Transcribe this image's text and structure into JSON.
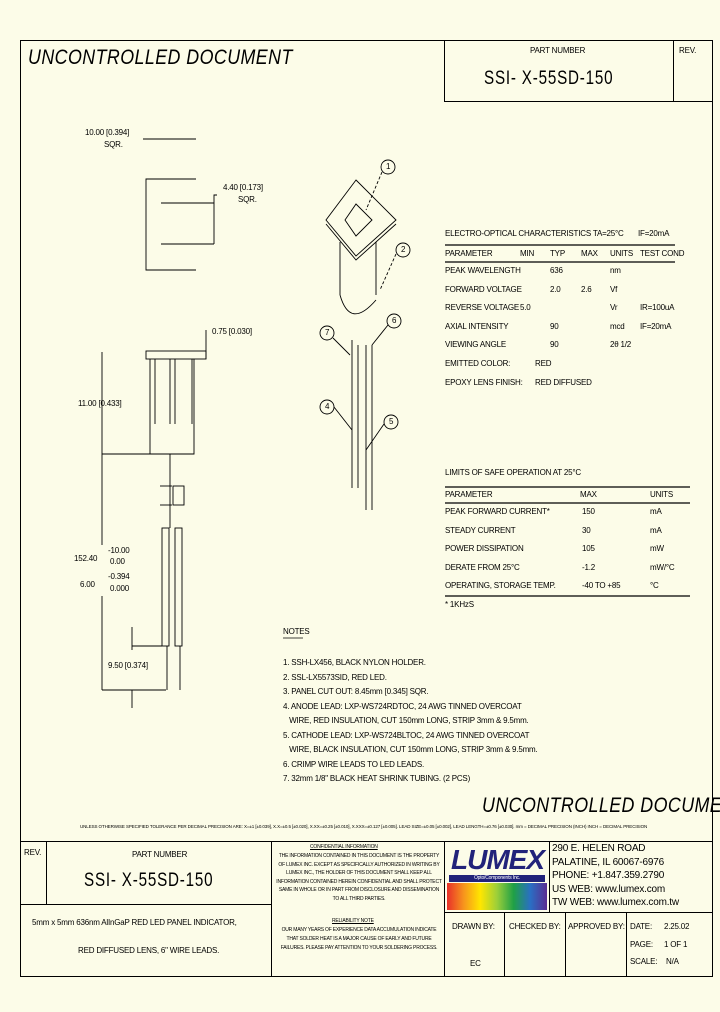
{
  "header": {
    "watermark": "UNCONTROLLED DOCUMENT",
    "part_number_label": "PART NUMBER",
    "part_number": "SSI- X-55SD-150",
    "rev_label": "REV."
  },
  "drawing": {
    "dim_top": "10.00 [0.394]",
    "dim_top_sub": "SQR.",
    "dim_window": "4.40 [0.173]",
    "dim_window_sub": "SQR.",
    "dim_flange": "0.75 [0.030]",
    "dim_height": "11.00 [0.433]",
    "dim_lead_mm": "152.40",
    "dim_lead_mm_tol_top": "-10.00",
    "dim_lead_mm_tol_bot": "0.00",
    "dim_lead_in": "6.00",
    "dim_lead_in_tol_top": "-0.394",
    "dim_lead_in_tol_bot": "0.000",
    "dim_strip": "9.50 [0.374]",
    "callouts": [
      "1",
      "2",
      "6",
      "7",
      "4",
      "5"
    ]
  },
  "electro_optical": {
    "title": "ELECTRO-OPTICAL CHARACTERISTICS TA=25°C",
    "condition": "IF=20mA",
    "headers": [
      "PARAMETER",
      "MIN",
      "TYP",
      "MAX",
      "UNITS",
      "TEST COND"
    ],
    "rows": [
      [
        "PEAK WAVELENGTH",
        "",
        "636",
        "",
        "nm",
        ""
      ],
      [
        "FORWARD VOLTAGE",
        "",
        "2.0",
        "2.6",
        "Vf",
        ""
      ],
      [
        "REVERSE VOLTAGE",
        "5.0",
        "",
        "",
        "Vr",
        "IR=100uA"
      ],
      [
        "AXIAL INTENSITY",
        "",
        "90",
        "",
        "mcd",
        "IF=20mA"
      ],
      [
        "VIEWING ANGLE",
        "",
        "90",
        "",
        "2θ 1/2",
        "",
        ""
      ],
      [
        "EMITTED COLOR:",
        "RED",
        "",
        "",
        "",
        ""
      ],
      [
        "EPOXY LENS FINISH:",
        "RED DIFFUSED",
        "",
        "",
        "",
        ""
      ]
    ]
  },
  "limits": {
    "title": "LIMITS OF SAFE OPERATION AT 25°C",
    "headers": [
      "PARAMETER",
      "MAX",
      "UNITS"
    ],
    "rows": [
      [
        "PEAK FORWARD CURRENT*",
        "150",
        "mA"
      ],
      [
        "STEADY CURRENT",
        "30",
        "mA"
      ],
      [
        "POWER DISSIPATION",
        "105",
        "mW"
      ],
      [
        "DERATE FROM 25°C",
        "-1.2",
        "mW/°C"
      ],
      [
        "OPERATING, STORAGE TEMP.",
        "-40 TO +85",
        "°C"
      ]
    ],
    "footnote": "* 1KHzS"
  },
  "notes": {
    "title": "NOTES",
    "items": [
      "1. SSH-LX456, BLACK NYLON HOLDER.",
      "2. SSL-LX5573SID, RED LED.",
      "3. PANEL CUT OUT: 8.45mm [0.345] SQR.",
      "4. ANODE LEAD: LXP-WS724RDTOC, 24 AWG TINNED OVERCOAT",
      "   WIRE, RED INSULATION, CUT 150mm LONG, STRIP 3mm & 9.5mm.",
      "5. CATHODE LEAD: LXP-WS724BLTOC, 24 AWG TINNED OVERCOAT",
      "   WIRE, BLACK INSULATION, CUT 150mm LONG, STRIP 3mm & 9.5mm.",
      "6. CRIMP WIRE LEADS TO LED LEADS.",
      "7. 32mm 1/8\" BLACK HEAT SHRINK TUBING. (2 PCS)"
    ]
  },
  "footer": {
    "watermark": "UNCONTROLLED DOCUMENT",
    "tolerance": "UNLESS OTHERWISE SPECIFIED TOLERANCE PER DECIMAL PRECISION ARE: X=±1 [±0.039], X.X=±0.5 [±0.020], X.XX=±0.25 [±0.010], X.XXX=±0.127 [±0.005]. LEAD SIZE=±0.05 [±0.002], LEAD LENGTH=±0.76 [±0.030]. mm = DECIMAL PRECISION (INCH)  INCH = DECIMAL PRECISION",
    "rev_label": "REV.",
    "part_number_label": "PART NUMBER",
    "part_number": "SSI- X-55SD-150",
    "description_1": "5mm x 5mm 636nm AlInGaP RED LED PANEL INDICATOR,",
    "description_2": "RED DIFFUSED LENS, 6\" WIRE LEADS.",
    "confidential_title": "CONFIDENTIAL INFORMATION",
    "confidential_text": "THE INFORMATION CONTAINED IN THIS DOCUMENT IS THE PROPERTY OF LUMEX INC. EXCEPT AS SPECIFICALLY AUTHORIZED IN WRITING BY LUMEX INC., THE HOLDER OF THIS DOCUMENT SHALL KEEP ALL INFORMATION CONTAINED HEREIN CONFIDENTIAL AND SHALL PROTECT SAME IN WHOLE OR IN PART FROM DISCLOSURE AND DISSEMINATION TO ALL THIRD PARTIES.",
    "reliability_title": "RELIABILITY NOTE",
    "reliability_text": "OUR MANY YEARS OF EXPERIENCE DATA ACCUMULATION INDICATE THAT SOLDER HEAT IS A MAJOR CAUSE OF EARLY AND FUTURE FAILURES. PLEASE PAY ATTENTION TO YOUR SOLDERING PROCESS.",
    "logo_text": "LUMEX",
    "logo_tagline": "Opto/Components Inc.",
    "address": [
      "290 E. HELEN ROAD",
      "PALATINE, IL  60067-6976",
      "PHONE: +1.847.359.2790",
      "US WEB: www.lumex.com",
      "TW WEB: www.lumex.com.tw"
    ],
    "drawn_by_label": "DRAWN BY:",
    "drawn_by": "EC",
    "checked_by_label": "CHECKED BY:",
    "approved_by_label": "APPROVED BY:",
    "date_label": "DATE:",
    "date": "2.25.02",
    "page_label": "PAGE:",
    "page": "1 OF 1",
    "scale_label": "SCALE:",
    "scale": "N/A"
  }
}
